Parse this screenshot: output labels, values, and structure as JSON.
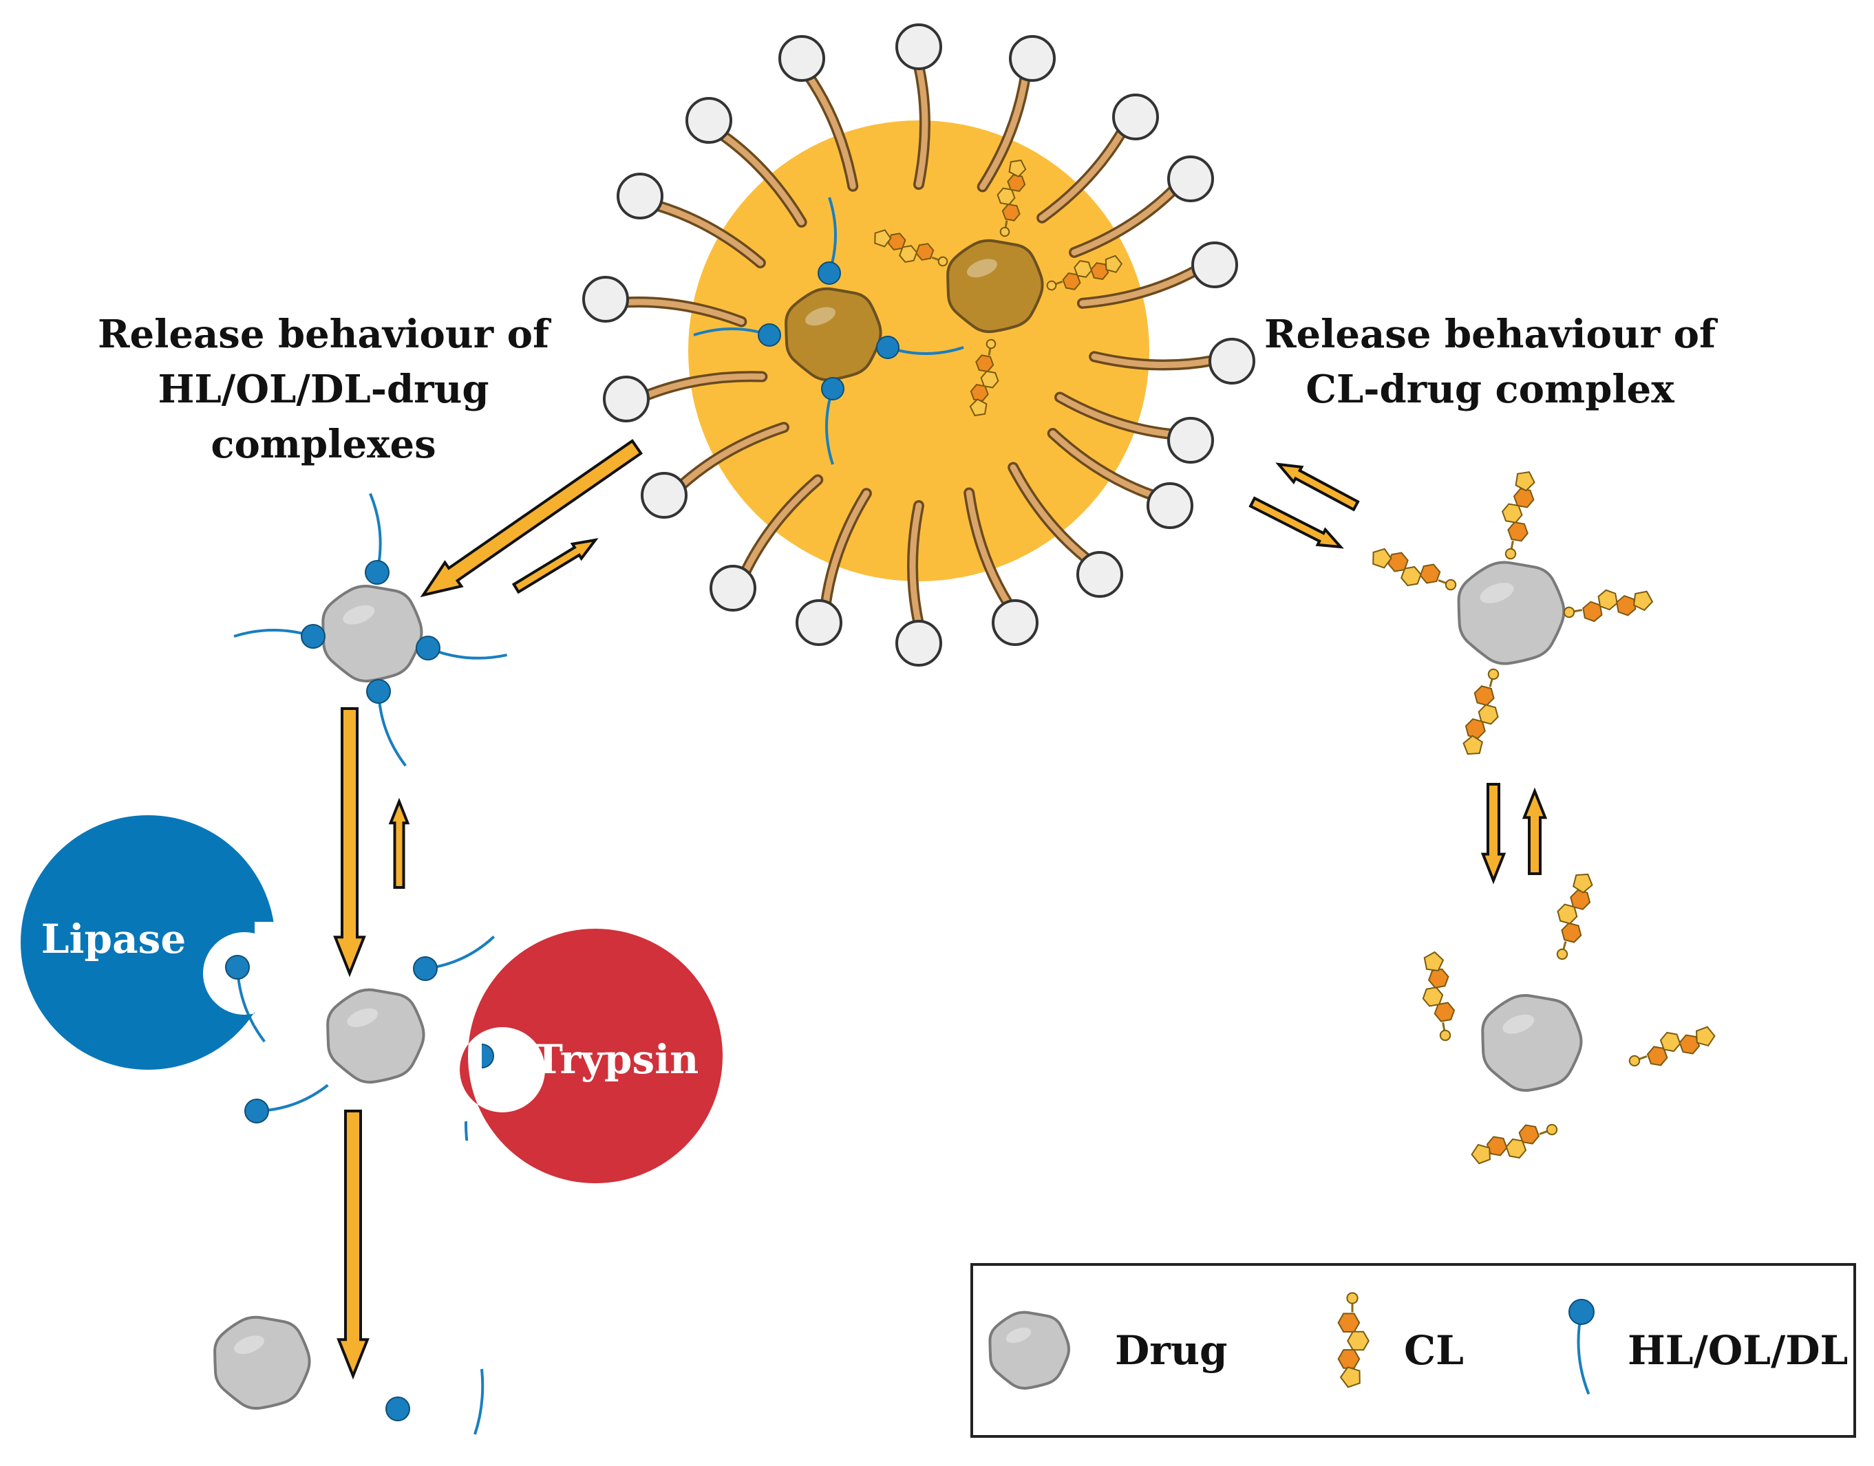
{
  "left_label": [
    "Release behaviour of",
    "HL/OL/DL-drug",
    "complexes"
  ],
  "right_label": [
    "Release behaviour of",
    "CL-drug complex"
  ],
  "enzymes": {
    "lipase": "Lipase",
    "trypsin": "Trypsin"
  },
  "legend": {
    "drug": "Drug",
    "cl": "CL",
    "hl": "HL/OL/DL"
  },
  "colors": {
    "micelle": "#FBBE3C",
    "drug_in_micelle": "#B98A2C",
    "drug": "#C6C6C6",
    "lipid_head": "#1A7FBF",
    "lipase": "#0877B8",
    "trypsin": "#D0313A",
    "arrow": "#F5B02E",
    "cl_light": "#F7C64A",
    "cl_dark": "#EE8A22"
  }
}
